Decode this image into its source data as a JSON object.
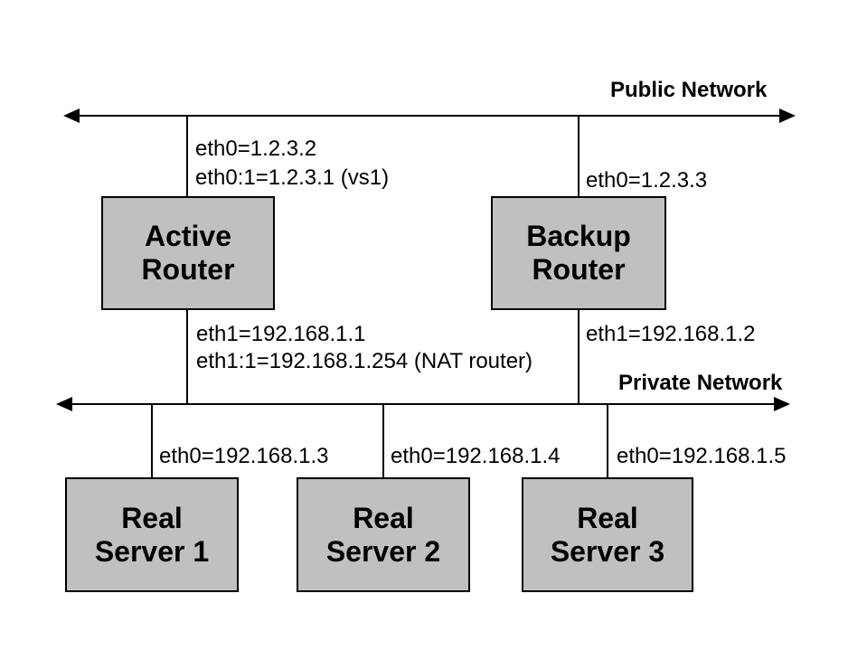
{
  "colors": {
    "background": "#ffffff",
    "line": "#000000",
    "box_fill": "#c0c0c0",
    "text": "#000000"
  },
  "networks": {
    "public": {
      "label": "Public Network"
    },
    "private": {
      "label": "Private Network"
    }
  },
  "nodes": {
    "active_router": {
      "label": "Active\nRouter"
    },
    "backup_router": {
      "label": "Backup\nRouter"
    },
    "real_server_1": {
      "label": "Real\nServer 1"
    },
    "real_server_2": {
      "label": "Real\nServer 2"
    },
    "real_server_3": {
      "label": "Real\nServer 3"
    }
  },
  "interfaces": {
    "active_router_eth0": "eth0=1.2.3.2",
    "active_router_eth0_alias": "eth0:1=1.2.3.1 (vs1)",
    "backup_router_eth0": "eth0=1.2.3.3",
    "active_router_eth1": "eth1=192.168.1.1",
    "active_router_eth1_alias": "eth1:1=192.168.1.254 (NAT router)",
    "backup_router_eth1": "eth1=192.168.1.2",
    "real_server_1_eth0": "eth0=192.168.1.3",
    "real_server_2_eth0": "eth0=192.168.1.4",
    "real_server_3_eth0": "eth0=192.168.1.5"
  }
}
